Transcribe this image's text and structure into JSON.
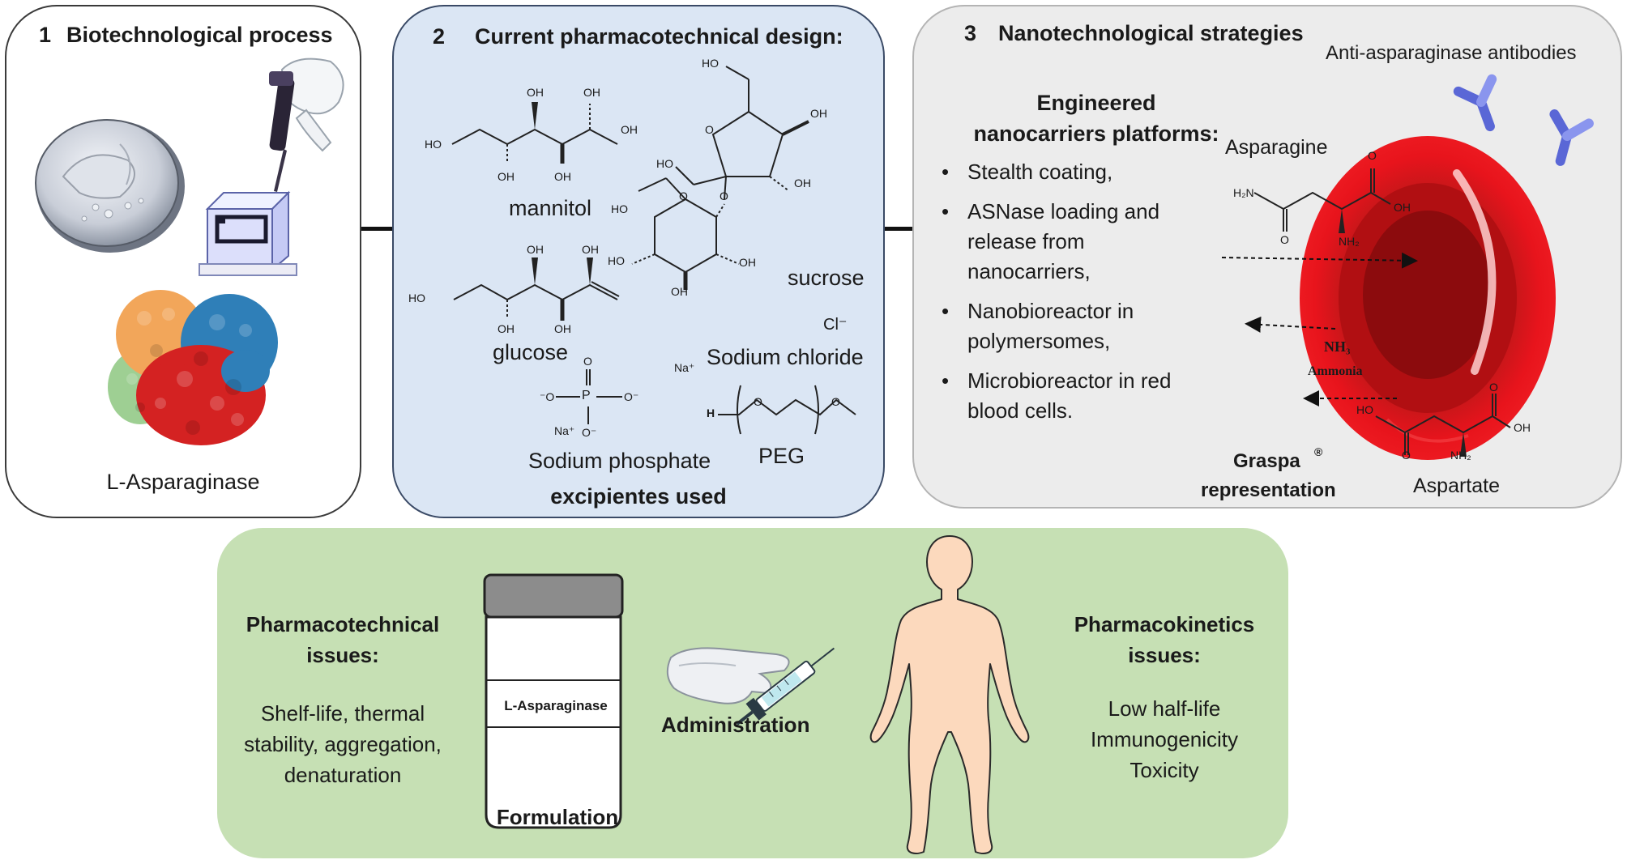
{
  "panel1": {
    "number": "1",
    "title": "Biotechnological process",
    "protein_label": "L-Asparaginase"
  },
  "panel2": {
    "number": "2",
    "title": "Current pharmacotechnical design:",
    "footer": "excipientes used",
    "compounds": {
      "mannitol": "mannitol",
      "glucose": "glucose",
      "sucrose": "sucrose",
      "sodium_chloride": "Sodium chloride",
      "sodium_phosphate": "Sodium phosphate",
      "peg": "PEG"
    },
    "atoms": {
      "oh": "OH",
      "ho": "HO",
      "o": "O",
      "p": "P",
      "o_minus": "⁻O",
      "o_minus_b": "O⁻",
      "na": "Na⁺",
      "cl": "Cl⁻",
      "h": "H"
    }
  },
  "panel3": {
    "number": "3",
    "title": "Nanotechnological strategies",
    "antibodies": "Anti-asparaginase antibodies",
    "platforms_title_1": "Engineered",
    "platforms_title_2": "nanocarriers platforms:",
    "bullets": [
      "Stealth coating,",
      "ASNase loading and release from nanocarriers,",
      "Nanobioreactor in polymersomes,",
      "Microbioreactor in red blood cells."
    ],
    "asparagine": "Asparagine",
    "aspartate": "Aspartate",
    "nh3": "NH₃",
    "ammonia": "Ammonia",
    "graspa_1": "Graspa",
    "graspa_reg": "®",
    "graspa_2": "representation",
    "atoms": {
      "h2n": "H₂N",
      "nh2": "NH₂",
      "oh": "OH",
      "ho": "HO",
      "o": "O"
    }
  },
  "panel4": {
    "pharmacotechnical_title_1": "Pharmacotechnical",
    "pharmacotechnical_title_2": "issues:",
    "pharmacotechnical_items": [
      "Shelf-life, thermal",
      "stability, aggregation,",
      "denaturation"
    ],
    "vial_label": "L-Asparaginase",
    "formulation": "Formulation",
    "administration": "Administration",
    "pharmacokinetics_title_1": "Pharmacokinetics",
    "pharmacokinetics_title_2": "issues:",
    "pharmacokinetics_items": [
      "Low half-life",
      "Immunogenicity",
      "Toxicity"
    ]
  },
  "colors": {
    "panel2_bg": "#dbe6f4",
    "panel3_bg": "#ececec",
    "panel4_bg": "#c6e0b4",
    "rbc_outer": "#e8141c",
    "rbc_inner": "#a50d0f",
    "antibody": "#6f7de6",
    "body": "#fcd9bd"
  }
}
